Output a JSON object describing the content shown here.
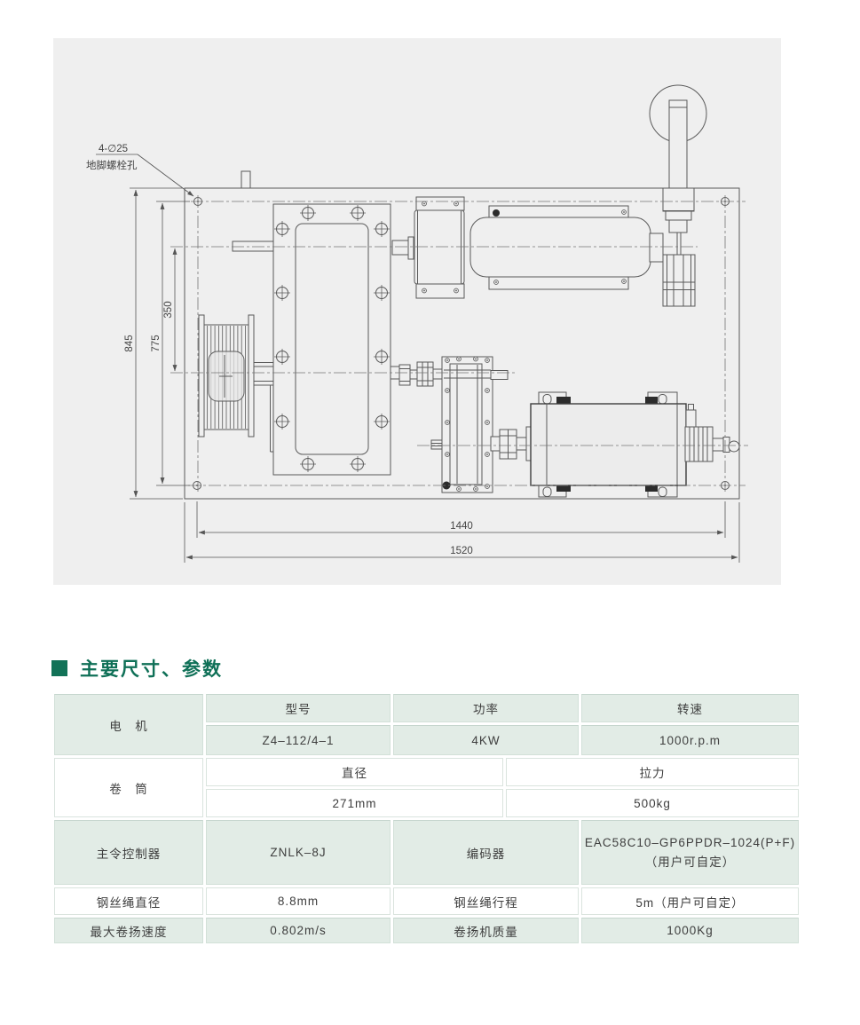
{
  "drawing": {
    "panel_bg": "#efefef",
    "line_color": "#5a5a5a",
    "labels": {
      "bolt_note_line1": "4-∅25",
      "bolt_note_line2": "地脚螺栓孔",
      "dim_height_overall": "845",
      "dim_height_bolts": "775",
      "dim_height_shaft": "350",
      "dim_width_bolts": "1440",
      "dim_width_overall": "1520"
    }
  },
  "section": {
    "title": "主要尺寸、参数",
    "accent_color": "#127257"
  },
  "table": {
    "cell_green": "#e2ece6",
    "motor": {
      "label": "电　机",
      "model_header": "型号",
      "power_header": "功率",
      "speed_header": "转速",
      "model_value": "Z4–112/4–1",
      "power_value": "4KW",
      "speed_value": "1000r.p.m"
    },
    "drum": {
      "label": "卷　筒",
      "diameter_header": "直径",
      "pull_header": "拉力",
      "diameter_value": "271mm",
      "pull_value": "500kg"
    },
    "controller": {
      "label": "主令控制器",
      "value": "ZNLK–8J",
      "encoder_label": "编码器",
      "encoder_value_line1": "EAC58C10–GP6PPDR–1024(P+F)",
      "encoder_value_line2": "（用户可自定）"
    },
    "rope": {
      "diameter_label": "钢丝绳直径",
      "diameter_value": "8.8mm",
      "travel_label": "钢丝绳行程",
      "travel_value": "5m（用户可自定）"
    },
    "hoist": {
      "speed_label": "最大卷扬速度",
      "speed_value": "0.802m/s",
      "mass_label": "卷扬机质量",
      "mass_value": "1000Kg"
    }
  }
}
